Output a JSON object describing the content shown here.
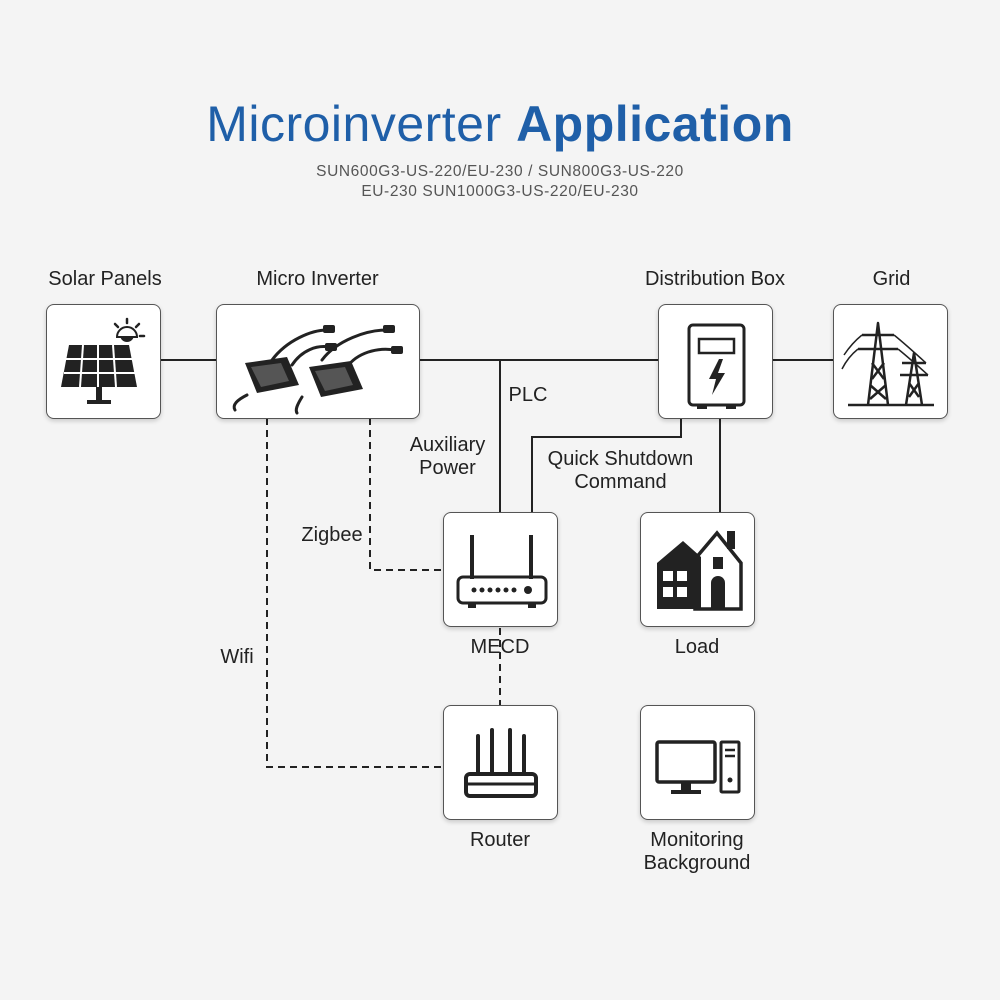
{
  "header": {
    "title_light": "Microinverter",
    "title_bold": "Application",
    "subtitle_line1": "SUN600G3-US-220/EU-230 / SUN800G3-US-220",
    "subtitle_line2": "EU-230 SUN1000G3-US-220/EU-230"
  },
  "nodes": {
    "solar_panels": "Solar Panels",
    "micro_inverter": "Micro Inverter",
    "distribution_box": "Distribution Box",
    "grid": "Grid",
    "mecd": "MECD",
    "load": "Load",
    "router": "Router",
    "monitoring_line1": "Monitoring",
    "monitoring_line2": "Background"
  },
  "connections": {
    "plc": "PLC",
    "auxiliary_line1": "Auxiliary",
    "auxiliary_line2": "Power",
    "quick_shutdown_line1": "Quick Shutdown",
    "quick_shutdown_line2": "Command",
    "zigbee": "Zigbee",
    "wifi": "Wifi"
  },
  "icons": {
    "solar_panels": "solar-panel-icon",
    "micro_inverter": "micro-inverter-icon",
    "distribution_box": "distribution-box-icon",
    "grid": "power-tower-icon",
    "mecd": "gateway-device-icon",
    "load": "house-icon",
    "router": "router-icon",
    "monitoring": "computer-icon"
  },
  "colors": {
    "title": "#1f5fa8",
    "line": "#222222",
    "box_border": "#555555",
    "background": "#f4f4f4"
  }
}
